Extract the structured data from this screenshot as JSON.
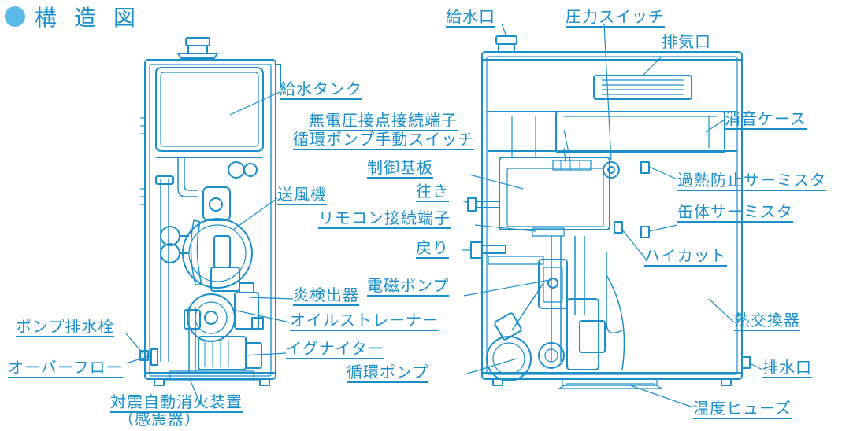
{
  "title": "構造図",
  "colors": {
    "line": "#1a8fc9",
    "accent": "#5cb8e6",
    "background": "#ffffff"
  },
  "labels": {
    "water_tank": "給水タンク",
    "blower": "送風機",
    "pump_drain_plug": "ポンプ排水栓",
    "overflow": "オーバーフロー",
    "seismic_extinguisher": "対震自動消火装置",
    "seismic_sensor": "（感震器）",
    "flame_detector": "炎検出器",
    "oil_strainer": "オイルストレーナー",
    "igniter": "イグナイター",
    "water_inlet": "給水口",
    "pressure_switch": "圧力スイッチ",
    "exhaust_port": "排気口",
    "muffler_case": "消音ケース",
    "dry_contact_terminal": "無電圧接点接続端子",
    "circulation_pump_manual_switch": "循環ポンプ手動スイッチ",
    "control_board": "制御基板",
    "outgoing": "往き",
    "remote_terminal": "リモコン接続端子",
    "return": "戻り",
    "solenoid_pump": "電磁ポンプ",
    "circulation_pump": "循環ポンプ",
    "overheat_thermistor": "過熱防止サーミスタ",
    "body_thermistor": "缶体サーミスタ",
    "high_cut": "ハイカット",
    "heat_exchanger": "熱交換器",
    "drain_port": "排水口",
    "temperature_fuse": "温度ヒューズ"
  }
}
